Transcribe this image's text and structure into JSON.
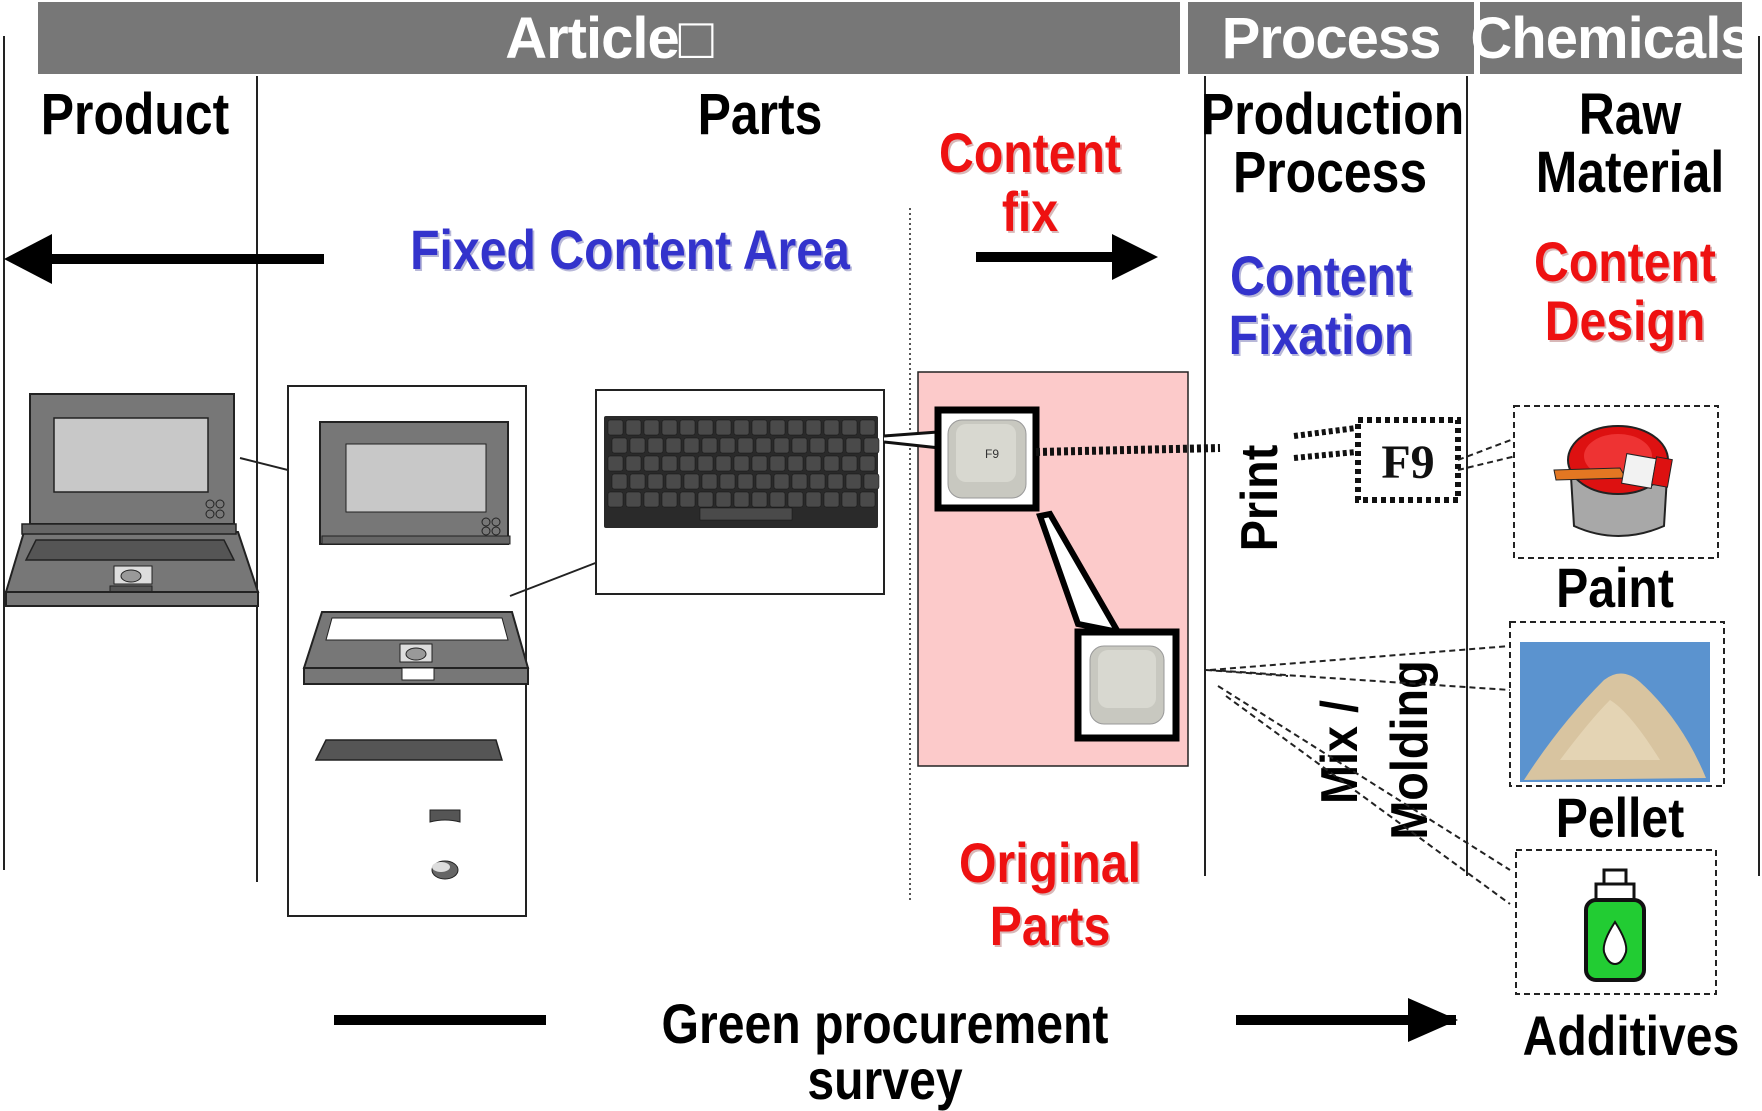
{
  "header": {
    "article": "Article□",
    "process": "Process",
    "chemicals": "Chemicals"
  },
  "columns": {
    "product": "Product",
    "parts": "Parts",
    "production_process": "Production\nProcess",
    "raw_material": "Raw\nMaterial"
  },
  "annotations": {
    "fixed_content_area": "Fixed Content Area",
    "content_fix": "Content\nfix",
    "content_fixation": "Content\nFixation",
    "content_design": "Content\nDesign",
    "original_parts": "Original\nParts",
    "print": "Print",
    "mix_molding_1": "Mix /",
    "mix_molding_2": "Molding",
    "key_label": "F9",
    "key_small_label": "F9"
  },
  "materials": {
    "paint": "Paint",
    "pellet": "Pellet",
    "additives": "Additives"
  },
  "footer": {
    "survey": "Green procurement survey"
  },
  "colors": {
    "header_bg": "#777777",
    "blue_text": "#3333cc",
    "red_text": "#ee1111",
    "original_parts_bg": "#fccaca",
    "additive_green": "#22cc33"
  }
}
